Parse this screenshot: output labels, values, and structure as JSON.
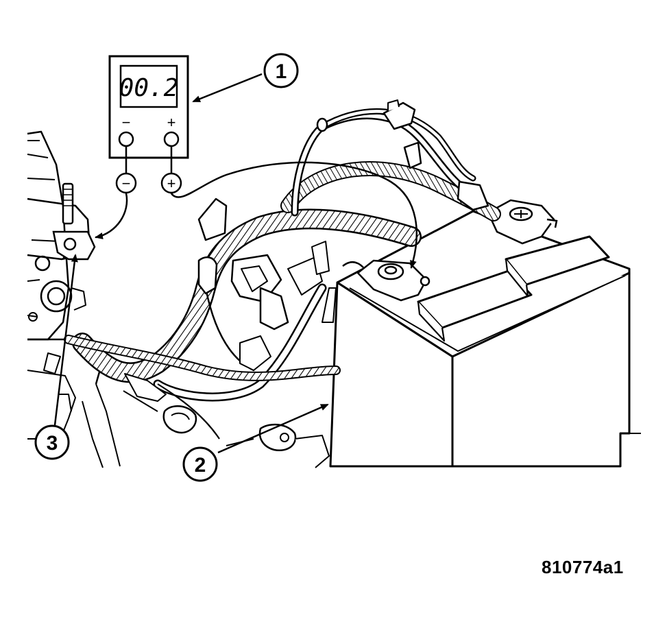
{
  "meter": {
    "reading": "00.2",
    "neg_symbol": "−",
    "pos_symbol": "+"
  },
  "probes": {
    "neg_symbol": "−",
    "pos_symbol": "+"
  },
  "callouts": [
    {
      "number": "1"
    },
    {
      "number": "2"
    },
    {
      "number": "3"
    }
  ],
  "figure_id": "810774a1"
}
